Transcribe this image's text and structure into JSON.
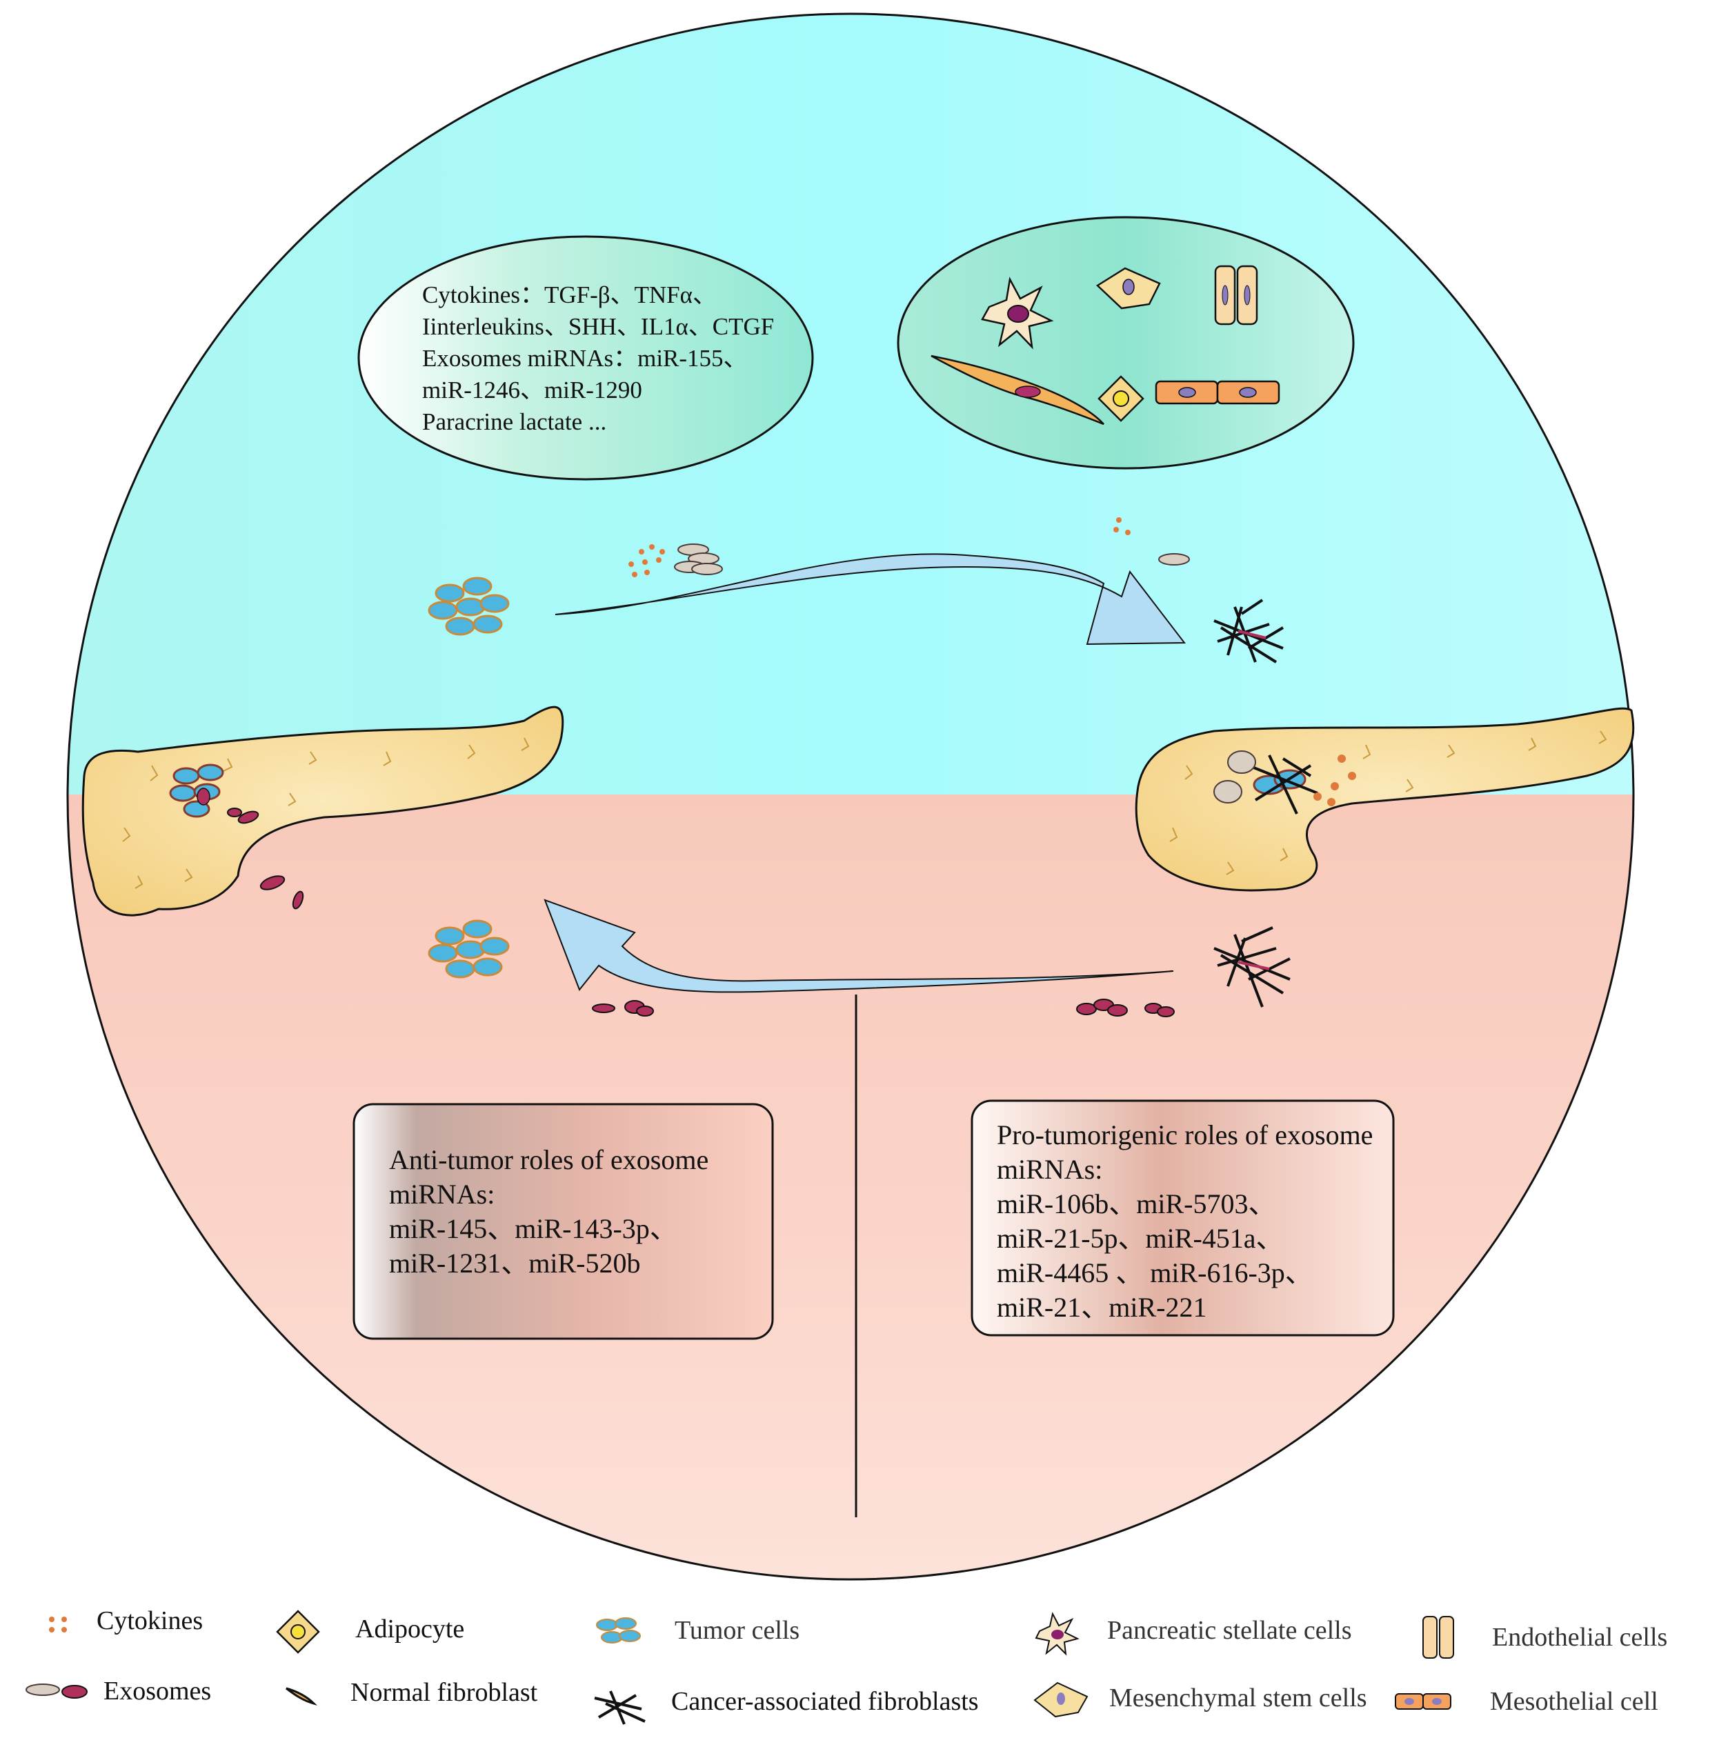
{
  "top_oval": {
    "lines": [
      "Cytokines：TGF-β、TNFα、",
      "Iinterleukins、SHH、IL1α、CTGF",
      "Exosomes miRNAs：miR-155、",
      "miR-1246、miR-1290",
      "Paracrine lactate ..."
    ]
  },
  "cell_types_oval": {
    "icons": [
      "pancreatic-stellate-cell-icon",
      "mesenchymal-stem-cell-icon",
      "endothelial-cells-icon",
      "normal-fibroblast-icon",
      "adipocyte-icon",
      "mesothelial-cell-icon"
    ]
  },
  "anti_tumor_box": {
    "lines": [
      "Anti-tumor roles of exosome",
      "miRNAs:",
      "miR-145、miR-143-3p、",
      "miR-1231、miR-520b"
    ]
  },
  "pro_tumor_box": {
    "lines": [
      "Pro-tumorigenic roles of exosome",
      "miRNAs:",
      "miR-106b、miR-5703、",
      "miR-21-5p、miR-451a、",
      "miR-4465 、 miR-616-3p、",
      "miR-21、miR-221"
    ]
  },
  "legend": {
    "cytokines": "Cytokines",
    "exosomes": "Exosomes",
    "adipocyte": "Adipocyte",
    "normal_fibroblast": "Normal fibroblast",
    "tumor_cells": "Tumor cells",
    "cafs": "Cancer-associated fibroblasts",
    "stellate": "Pancreatic stellate cells",
    "msc": "Mesenchymal stem cells",
    "endothelial": "Endothelial cells",
    "mesothelial": "Mesothelial cell"
  },
  "colors": {
    "top_half": "#a9fbfb",
    "bottom_half": "#f9d0c4",
    "pancreas": "#f7dc9a",
    "arrow": "#b3dcf5",
    "tumor_cell": "#4db6e0",
    "exosome": "#b0305c",
    "cytokine": "#e07a3a",
    "caf": "#1a1a1a"
  }
}
